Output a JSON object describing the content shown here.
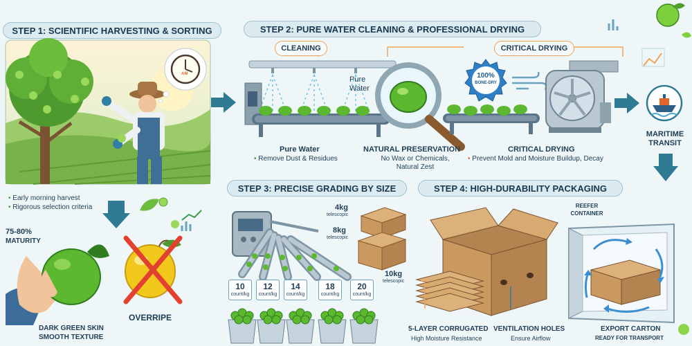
{
  "step1": {
    "title": "STEP 1: SCIENTIFIC HARVESTING & SORTING",
    "clock_label": "AM",
    "bullets": [
      "Early morning harvest",
      "Rigorous selection criteria"
    ],
    "maturity_label_line1": "75-80%",
    "maturity_label_line2": "MATURITY",
    "good_line1": "DARK GREEN SKIN",
    "good_line2": "SMOOTH TEXTURE",
    "bad_label": "OVERRIPE"
  },
  "step2": {
    "title": "STEP 2: PURE WATER CLEANING & PROFESSIONAL DRYING",
    "cleaning_label": "CLEANING",
    "drying_label": "CRITICAL DRYING",
    "water_note_line1": "Pure",
    "water_note_line2": "Water",
    "badge_line1": "100%",
    "badge_line2": "BONE-DRY",
    "col1_title": "Pure Water",
    "col1_text": "Remove Dust & Residues",
    "col2_title": "NATURAL PRESERVATION",
    "col2_line1": "No Wax or Chemicals,",
    "col2_line2": "Natural Zest",
    "col3_title": "CRITICAL DRYING",
    "col3_text": "Prevent Mold and Moisture Buildup, Decay"
  },
  "transit": {
    "line1": "MARITIME",
    "line2": "TRANSIT"
  },
  "step3": {
    "title": "STEP 3: PRECISE GRADING BY SIZE",
    "box_4kg": "4kg",
    "box_8kg": "8kg",
    "box_10kg": "10kg",
    "telescopic": "telescopic",
    "counts": [
      "10",
      "12",
      "14",
      "18",
      "20"
    ],
    "count_unit": "count/kg"
  },
  "step4": {
    "title": "STEP 4: HIGH-DURABILITY PACKAGING",
    "reefer_line1": "REEFER",
    "reefer_line2": "CONTAINER",
    "corrugated_title": "5-LAYER CORRUGATED",
    "corrugated_text": "High Moisture Resistance",
    "vent_title": "VENTILATION HOLES",
    "vent_text": "Ensure Airflow",
    "carton_title": "EXPORT CARTON",
    "carton_text": "READY FOR TRANSPORT"
  },
  "colors": {
    "lime": "#5cb82e",
    "lime_dark": "#2f7d1f",
    "lemon": "#f2c81c",
    "accent_orange": "#f0a35a",
    "pill_bg": "#dcebf0",
    "arrow": "#2f7b94",
    "cardboard": "#c9995f",
    "cross_red": "#e2412f"
  }
}
